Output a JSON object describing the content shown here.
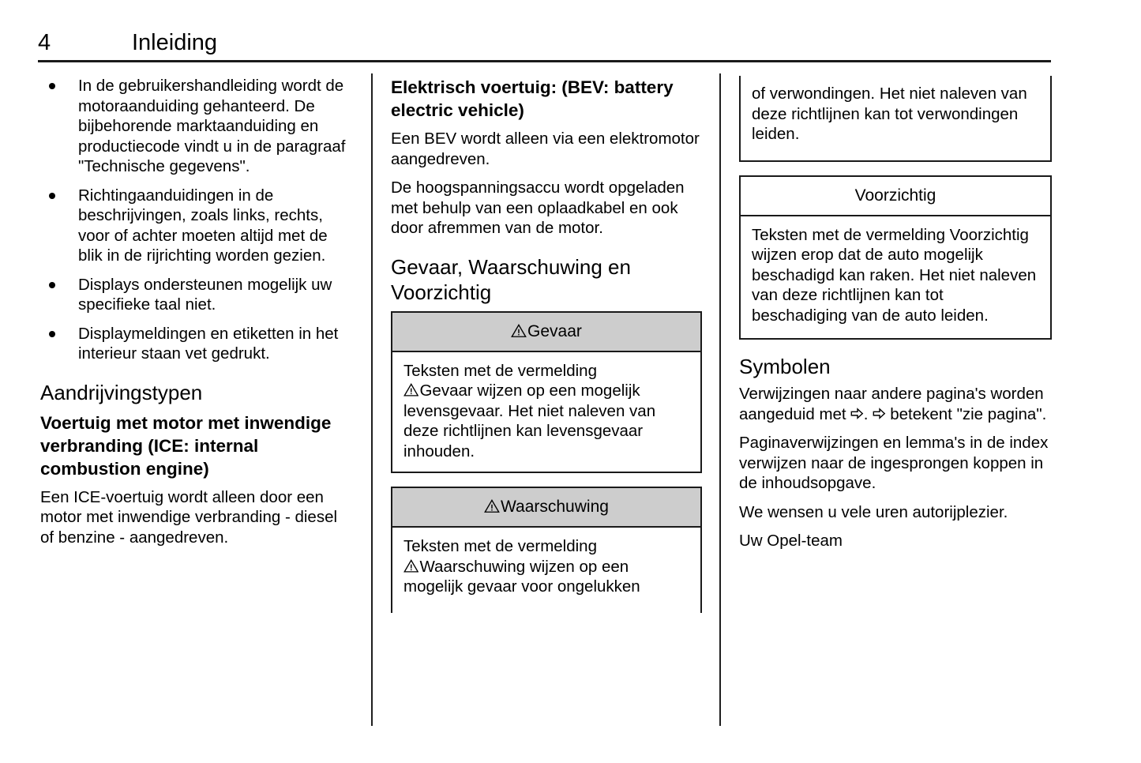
{
  "header": {
    "page_number": "4",
    "title": "Inleiding"
  },
  "icons": {
    "warning": "warning-triangle-icon",
    "page_reference": "right-arrow-icon"
  },
  "colors": {
    "callout_header_fill": "#cdcdcd",
    "rule": "#1a1a1a",
    "text": "#000000"
  },
  "column_left": {
    "bullets": [
      "In de gebruikershandleiding wordt de motoraanduiding gehanteerd. De bijbehorende marktaanduiding en productiecode vindt u in de paragraaf \"Technische gegevens\".",
      "Richtingaanduidingen in de beschrijvingen, zoals links, rechts, voor of achter moeten altijd met de blik in de rijrichting worden gezien.",
      "Displays ondersteunen mogelijk uw specifieke taal niet.",
      "Displaymeldingen en etiketten in het interieur staan vet gedrukt."
    ],
    "section_heading": "Aandrijvingstypen",
    "subheading_ice": "Voertuig met motor met inwendige verbranding (ICE: internal combustion engine)",
    "paragraph_ice": "Een ICE-voertuig wordt alleen door een motor met inwendige verbranding - diesel of benzine - aangedreven."
  },
  "column_middle": {
    "subheading_bev": "Elektrisch voertuig: (BEV: battery electric vehicle)",
    "paragraph_bev_1": "Een BEV wordt alleen via een elektromotor aangedreven.",
    "paragraph_bev_2": "De hoogspanningsaccu wordt opgeladen met behulp van een oplaadkabel en ook door afremmen van de motor.",
    "section_heading": "Gevaar, Waarschuwing en Voorzichtig",
    "callout_gevaar": {
      "title": "Gevaar",
      "body_before_icon": "Teksten met de vermelding",
      "body_after_icon": "Gevaar wijzen op een mogelijk levensgevaar. Het niet naleven van deze richtlijnen kan levensgevaar inhouden."
    },
    "callout_waarschuwing": {
      "title": "Waarschuwing",
      "body_before_icon": "Teksten met de vermelding",
      "body_after_icon": "Waarschuwing wijzen op een mogelijk gevaar voor ongelukken"
    }
  },
  "column_right": {
    "callout_waarschuwing_continued": {
      "body": "of verwondingen. Het niet naleven van deze richtlijnen kan tot verwondingen leiden."
    },
    "callout_voorzichtig": {
      "title": "Voorzichtig",
      "body": "Teksten met de vermelding Voorzichtig wijzen erop dat de auto mogelijk beschadigd kan raken. Het niet naleven van deze richtlijnen kan tot beschadiging van de auto leiden."
    },
    "section_heading": "Symbolen",
    "paragraph_symbols_part1": "Verwijzingen naar andere pagina's worden aangeduid met",
    "paragraph_symbols_part2": ".",
    "paragraph_symbols_part3": "betekent \"zie pagina\".",
    "paragraph_index": "Paginaverwijzingen en lemma's in de index verwijzen naar de ingesprongen koppen in de inhoudsopgave.",
    "paragraph_closing": "We wensen u vele uren autorijplezier.",
    "signature": "Uw Opel-team"
  }
}
